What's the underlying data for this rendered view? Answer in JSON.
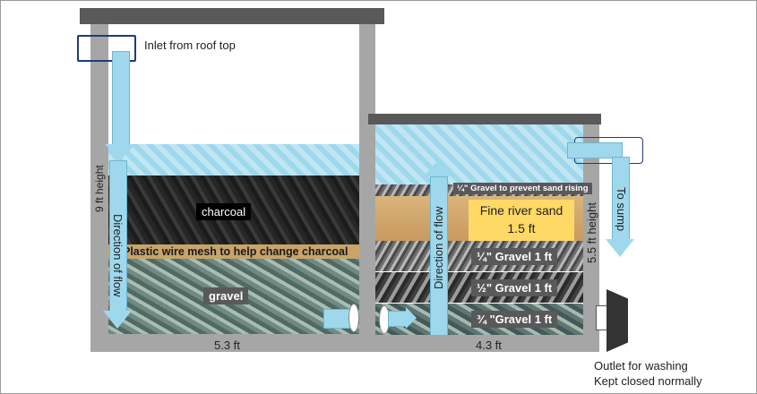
{
  "labels": {
    "inlet": "Inlet from roof top",
    "left_height": "9 ft height",
    "left_flow": "Direction of flow",
    "charcoal": "charcoal",
    "mesh": "Plastic wire mesh to help change charcoal",
    "gravel": "gravel",
    "left_width": "5.3 ft",
    "right_width": "4.3 ft",
    "right_flow": "Direction of flow",
    "quarter_gravel_top": "¼\" Gravel to prevent sand rising",
    "sand_line1": "Fine river sand",
    "sand_line2": "1.5 ft",
    "gravel_quarter": "¼\" Gravel 1 ft",
    "gravel_half": "½\" Gravel 1 ft",
    "gravel_three_quarter": "¾ \"Gravel 1 ft",
    "right_height": "5.5 ft height",
    "to_sump": "To sump",
    "outlet_line1": "Outlet for washing",
    "outlet_line2": "Kept closed normally"
  },
  "colors": {
    "wall": "#a6a6a6",
    "roof": "#595959",
    "water": "#9fd8ec",
    "sand_tag": "#ffd966"
  }
}
